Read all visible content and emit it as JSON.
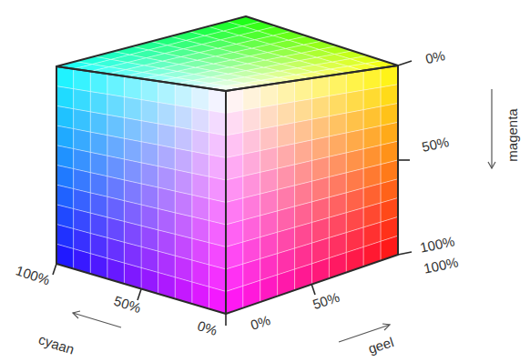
{
  "diagram": {
    "labels": [
      "0%",
      "50%",
      "magenta",
      "100%",
      "100%",
      "100%",
      "50%",
      "50%",
      "0%",
      "0%",
      "cyaan",
      "geel"
    ]
  }
}
